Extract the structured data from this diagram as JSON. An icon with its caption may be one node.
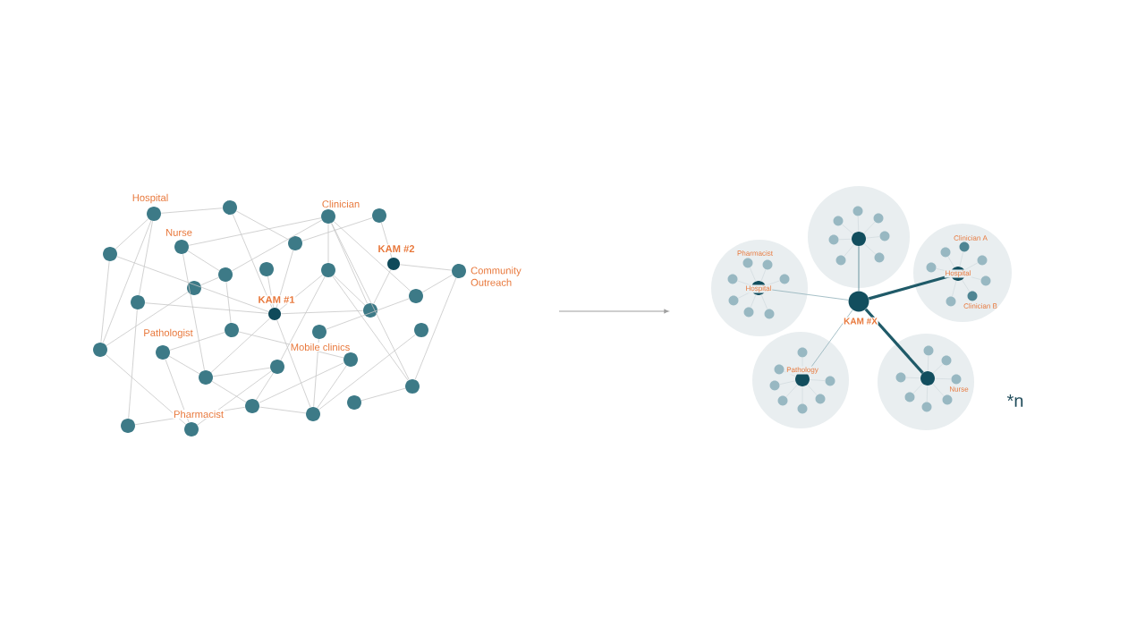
{
  "diagram": {
    "nodes": [
      {
        "text": [],
        "shape": "circle",
        "beside": [
          "Hospital"
        ]
      },
      {
        "text": [],
        "shape": "circle"
      },
      {
        "text": [],
        "shape": "circle",
        "beside": [
          "Clinician"
        ]
      },
      {
        "text": [],
        "shape": "circle"
      },
      {
        "text": [],
        "shape": "circle"
      },
      {
        "text": [],
        "shape": "circle",
        "beside": [
          "Nurse"
        ]
      },
      {
        "text": [],
        "shape": "circle"
      },
      {
        "text": [],
        "shape": "circle"
      },
      {
        "text": [],
        "shape": "circle"
      },
      {
        "text": [],
        "shape": "circle"
      },
      {
        "text": [],
        "shape": "circle",
        "beside": [
          "KAM #2"
        ]
      },
      {
        "text": [],
        "shape": "circle",
        "beside": [
          "Community Outreach"
        ]
      },
      {
        "text": [],
        "shape": "circle"
      },
      {
        "text": [],
        "shape": "circle"
      },
      {
        "text": [],
        "shape": "circle",
        "beside": [
          "KAM #1"
        ]
      },
      {
        "text": [],
        "shape": "circle"
      },
      {
        "text": [],
        "shape": "circle"
      },
      {
        "text": [],
        "shape": "circle"
      },
      {
        "text": [],
        "shape": "circle",
        "beside": [
          "Pathologist"
        ]
      },
      {
        "text": [],
        "shape": "circle"
      },
      {
        "text": [],
        "shape": "circle"
      },
      {
        "text": [],
        "shape": "circle"
      },
      {
        "text": [],
        "shape": "circle",
        "beside": [
          "Mobile clinics"
        ]
      },
      {
        "text": [],
        "shape": "circle"
      },
      {
        "text": [],
        "shape": "circle"
      },
      {
        "text": [],
        "shape": "circle"
      },
      {
        "text": [],
        "shape": "circle"
      },
      {
        "text": [],
        "shape": "circle"
      },
      {
        "text": [],
        "shape": "circle"
      },
      {
        "text": [],
        "shape": "circle"
      },
      {
        "text": [],
        "shape": "circle",
        "beside": [
          "Pharmacist"
        ]
      },
      {
        "text": [
          "Pharmacist"
        ]
      },
      {
        "text": [
          "Hospital"
        ],
        "in": 31
      },
      {
        "text": [],
        "shape": "circle",
        "in": 31
      },
      {
        "text": [],
        "shape": "circle",
        "in": 31
      },
      {
        "text": [],
        "shape": "circle",
        "in": 31
      },
      {
        "text": [],
        "shape": "circle",
        "in": 31
      },
      {
        "text": [],
        "shape": "circle",
        "in": 31
      },
      {
        "text": [],
        "shape": "circle",
        "in": 31
      },
      {
        "text": [],
        "shape": "circle",
        "in": 31
      },
      {
        "text": [],
        "shape": "circle"
      },
      {
        "text": [],
        "shape": "circle",
        "in": 40
      },
      {
        "text": [],
        "shape": "circle",
        "in": 40
      },
      {
        "text": [],
        "shape": "circle",
        "in": 40
      },
      {
        "text": [],
        "shape": "circle",
        "in": 40
      },
      {
        "text": [],
        "shape": "circle",
        "in": 40
      },
      {
        "text": [],
        "shape": "circle",
        "in": 40
      },
      {
        "text": [],
        "shape": "circle",
        "in": 40
      },
      {
        "text": [],
        "shape": "circle",
        "in": 40
      },
      {
        "text": [],
        "shape": "circle"
      },
      {
        "text": [
          "Hospital"
        ],
        "in": 49
      },
      {
        "text": [],
        "shape": "circle",
        "in": 49,
        "beside": [
          "Clinician A"
        ]
      },
      {
        "text": [],
        "shape": "circle",
        "in": 49
      },
      {
        "text": [],
        "shape": "circle",
        "in": 49
      },
      {
        "text": [],
        "shape": "circle",
        "in": 49
      },
      {
        "text": [],
        "shape": "circle",
        "in": 49
      },
      {
        "text": [],
        "shape": "circle",
        "in": 49,
        "beside": [
          "Clinician B"
        ]
      },
      {
        "text": [],
        "shape": "circle",
        "in": 49
      },
      {
        "text": [],
        "shape": "circle",
        "beside": [
          "KAM #X"
        ]
      },
      {
        "text": [],
        "shape": "circle"
      },
      {
        "text": [
          "Pathology"
        ],
        "in": 59
      },
      {
        "text": [],
        "shape": "circle",
        "in": 59
      },
      {
        "text": [],
        "shape": "circle",
        "in": 59
      },
      {
        "text": [],
        "shape": "circle",
        "in": 59
      },
      {
        "text": [],
        "shape": "circle",
        "in": 59
      },
      {
        "text": [],
        "shape": "circle",
        "in": 59
      },
      {
        "text": [],
        "shape": "circle",
        "in": 59
      },
      {
        "text": [],
        "shape": "circle",
        "in": 59
      },
      {
        "text": [],
        "shape": "circle"
      },
      {
        "text": [],
        "shape": "circle",
        "in": 68
      },
      {
        "text": [],
        "shape": "circle",
        "in": 68
      },
      {
        "text": [],
        "shape": "circle",
        "in": 68
      },
      {
        "text": [],
        "shape": "circle",
        "in": 68
      },
      {
        "text": [],
        "shape": "circle",
        "in": 68
      },
      {
        "text": [],
        "shape": "circle",
        "in": 68
      },
      {
        "text": [],
        "shape": "circle",
        "in": 68
      },
      {
        "text": [],
        "shape": "circle",
        "in": 68
      }
    ],
    "edges": [
      {
        "from": 0,
        "to": 1,
        "arrow": "none"
      },
      {
        "from": 0,
        "to": 4,
        "arrow": "none"
      },
      {
        "from": 0,
        "to": 13,
        "arrow": "none"
      },
      {
        "from": 0,
        "to": 17,
        "arrow": "none"
      },
      {
        "from": 1,
        "to": 6,
        "arrow": "none"
      },
      {
        "from": 1,
        "to": 14,
        "arrow": "none"
      },
      {
        "from": 5,
        "to": 7,
        "arrow": "none"
      },
      {
        "from": 5,
        "to": 2,
        "arrow": "none"
      },
      {
        "from": 5,
        "to": 23,
        "arrow": "none"
      },
      {
        "from": 4,
        "to": 14,
        "arrow": "none"
      },
      {
        "from": 4,
        "to": 17,
        "arrow": "none"
      },
      {
        "from": 7,
        "to": 2,
        "arrow": "none"
      },
      {
        "from": 7,
        "to": 19,
        "arrow": "none"
      },
      {
        "from": 6,
        "to": 3,
        "arrow": "none"
      },
      {
        "from": 6,
        "to": 14,
        "arrow": "none"
      },
      {
        "from": 12,
        "to": 7,
        "arrow": "none"
      },
      {
        "from": 17,
        "to": 12,
        "arrow": "none"
      },
      {
        "from": 8,
        "to": 14,
        "arrow": "none"
      },
      {
        "from": 13,
        "to": 14,
        "arrow": "none"
      },
      {
        "from": 13,
        "to": 29,
        "arrow": "none"
      },
      {
        "from": 14,
        "to": 16,
        "arrow": "none"
      },
      {
        "from": 14,
        "to": 23,
        "arrow": "none"
      },
      {
        "from": 14,
        "to": 28,
        "arrow": "none"
      },
      {
        "from": 14,
        "to": 9,
        "arrow": "none"
      },
      {
        "from": 9,
        "to": 2,
        "arrow": "none"
      },
      {
        "from": 9,
        "to": 24,
        "arrow": "none"
      },
      {
        "from": 9,
        "to": 16,
        "arrow": "none"
      },
      {
        "from": 9,
        "to": 25,
        "arrow": "none"
      },
      {
        "from": 2,
        "to": 16,
        "arrow": "none"
      },
      {
        "from": 2,
        "to": 15,
        "arrow": "none"
      },
      {
        "from": 2,
        "to": 25,
        "arrow": "none"
      },
      {
        "from": 10,
        "to": 3,
        "arrow": "none"
      },
      {
        "from": 10,
        "to": 11,
        "arrow": "none"
      },
      {
        "from": 10,
        "to": 16,
        "arrow": "none"
      },
      {
        "from": 11,
        "to": 15,
        "arrow": "none"
      },
      {
        "from": 11,
        "to": 25,
        "arrow": "none"
      },
      {
        "from": 20,
        "to": 15,
        "arrow": "none"
      },
      {
        "from": 20,
        "to": 28,
        "arrow": "none"
      },
      {
        "from": 22,
        "to": 28,
        "arrow": "none"
      },
      {
        "from": 22,
        "to": 26,
        "arrow": "none"
      },
      {
        "from": 19,
        "to": 22,
        "arrow": "none"
      },
      {
        "from": 21,
        "to": 28,
        "arrow": "none"
      },
      {
        "from": 27,
        "to": 25,
        "arrow": "none"
      },
      {
        "from": 28,
        "to": 26,
        "arrow": "none"
      },
      {
        "from": 24,
        "to": 26,
        "arrow": "none"
      },
      {
        "from": 24,
        "to": 23,
        "arrow": "none"
      },
      {
        "from": 18,
        "to": 19,
        "arrow": "none"
      },
      {
        "from": 18,
        "to": 23,
        "arrow": "none"
      },
      {
        "from": 18,
        "to": 30,
        "arrow": "none"
      },
      {
        "from": 17,
        "to": 30,
        "arrow": "none"
      },
      {
        "from": 29,
        "to": 26,
        "arrow": "none"
      },
      {
        "from": 30,
        "to": 24,
        "arrow": "none"
      },
      {
        "from": 23,
        "to": 26,
        "arrow": "none"
      },
      {
        "from": 58,
        "to": 32,
        "arrow": "none",
        "color": "#8fb0b9"
      },
      {
        "from": 58,
        "to": 41,
        "arrow": "none",
        "color": "#4a7f8b"
      },
      {
        "from": 58,
        "to": 50,
        "arrow": "none",
        "style": "thick",
        "color": "#1f5a68"
      },
      {
        "from": 58,
        "to": 60,
        "arrow": "none",
        "color": "#8fb0b9"
      },
      {
        "from": 58,
        "to": 69,
        "arrow": "none",
        "style": "thick",
        "color": "#1f5a68"
      },
      {
        "from": 32,
        "to": 33,
        "arrow": "none"
      },
      {
        "from": 32,
        "to": 34,
        "arrow": "none"
      },
      {
        "from": 32,
        "to": 35,
        "arrow": "none"
      },
      {
        "from": 32,
        "to": 36,
        "arrow": "none"
      },
      {
        "from": 32,
        "to": 37,
        "arrow": "none"
      },
      {
        "from": 32,
        "to": 38,
        "arrow": "none"
      },
      {
        "from": 32,
        "to": 39,
        "arrow": "none"
      },
      {
        "from": 41,
        "to": 42,
        "arrow": "none"
      },
      {
        "from": 41,
        "to": 43,
        "arrow": "none"
      },
      {
        "from": 41,
        "to": 44,
        "arrow": "none"
      },
      {
        "from": 41,
        "to": 45,
        "arrow": "none"
      },
      {
        "from": 41,
        "to": 46,
        "arrow": "none"
      },
      {
        "from": 41,
        "to": 47,
        "arrow": "none"
      },
      {
        "from": 41,
        "to": 48,
        "arrow": "none"
      },
      {
        "from": 50,
        "to": 51,
        "arrow": "none"
      },
      {
        "from": 50,
        "to": 52,
        "arrow": "none"
      },
      {
        "from": 50,
        "to": 53,
        "arrow": "none"
      },
      {
        "from": 50,
        "to": 54,
        "arrow": "none"
      },
      {
        "from": 50,
        "to": 55,
        "arrow": "none"
      },
      {
        "from": 50,
        "to": 56,
        "arrow": "none"
      },
      {
        "from": 50,
        "to": 57,
        "arrow": "none"
      },
      {
        "from": 60,
        "to": 61,
        "arrow": "none"
      },
      {
        "from": 60,
        "to": 62,
        "arrow": "none"
      },
      {
        "from": 60,
        "to": 63,
        "arrow": "none"
      },
      {
        "from": 60,
        "to": 64,
        "arrow": "none"
      },
      {
        "from": 60,
        "to": 65,
        "arrow": "none"
      },
      {
        "from": 60,
        "to": 66,
        "arrow": "none"
      },
      {
        "from": 60,
        "to": 67,
        "arrow": "none"
      },
      {
        "from": 69,
        "to": 70,
        "arrow": "none"
      },
      {
        "from": 69,
        "to": 71,
        "arrow": "none"
      },
      {
        "from": 69,
        "to": 72,
        "arrow": "none"
      },
      {
        "from": 69,
        "to": 73,
        "arrow": "none"
      },
      {
        "from": 69,
        "to": 74,
        "arrow": "none"
      },
      {
        "from": 69,
        "to": 75,
        "arrow": "none"
      },
      {
        "from": 69,
        "to": 76,
        "arrow": "none"
      }
    ],
    "labels": [
      "Nurse",
      "*n"
    ]
  }
}
